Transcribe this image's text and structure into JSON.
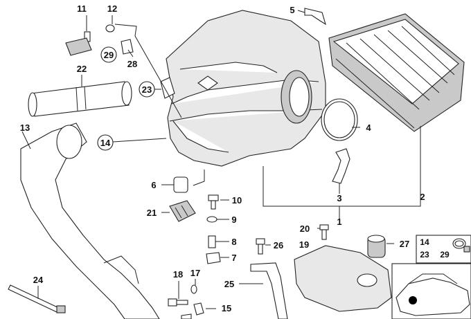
{
  "callouts": {
    "c1": "1",
    "c2": "2",
    "c3": "3",
    "c4": "4",
    "c5": "5",
    "c6": "6",
    "c7": "7",
    "c8": "8",
    "c9": "9",
    "c10": "10",
    "c11": "11",
    "c12": "12",
    "c13": "13",
    "c14": "14",
    "c15": "15",
    "c17": "17",
    "c18": "18",
    "c19": "19",
    "c20": "20",
    "c21": "21",
    "c22": "22",
    "c23": "23",
    "c24": "24",
    "c25": "25",
    "c26": "26",
    "c27": "27",
    "c28": "28",
    "c29": "29"
  },
  "legend": {
    "row1": "14",
    "row2a": "23",
    "row2b": "29"
  },
  "colors": {
    "line": "#222222",
    "body": "#e8e8e8",
    "filter": "#c9c9c9",
    "marker": "#000000"
  }
}
